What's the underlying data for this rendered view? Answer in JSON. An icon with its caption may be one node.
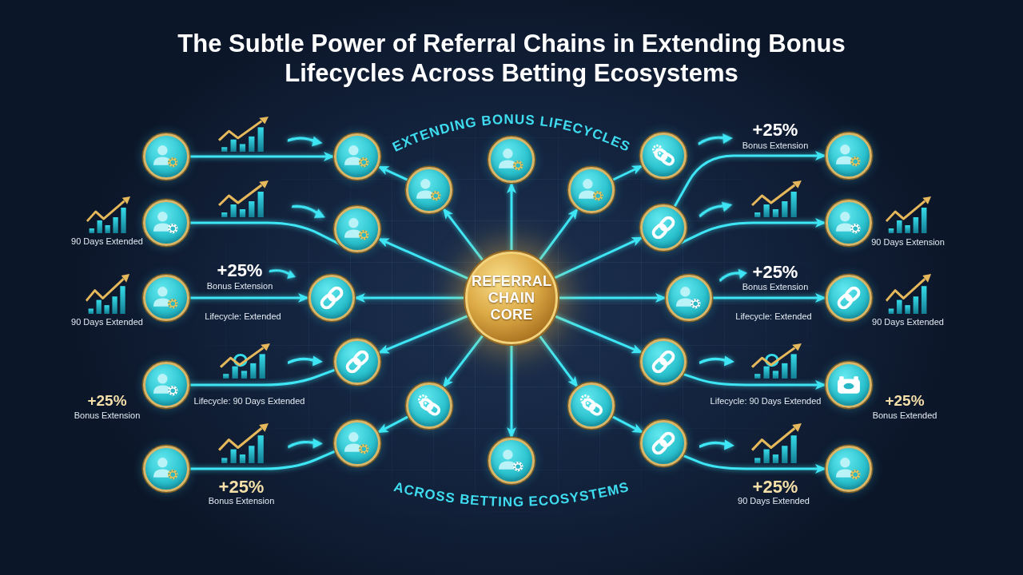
{
  "diagram": {
    "title": "The Subtle Power of Referral Chains in Extending Bonus Lifecycles Across Betting Ecosystems",
    "nodes": [
      {
        "text": [],
        "shape": "circle"
      },
      {
        "text": [],
        "shape": "circle"
      },
      {
        "text": [],
        "shape": "circle"
      },
      {
        "text": [],
        "shape": "circle"
      },
      {
        "text": [],
        "shape": "circle"
      },
      {
        "text": [],
        "shape": "circle"
      },
      {
        "text": [],
        "shape": "circle"
      },
      {
        "text": [],
        "shape": "circle",
        "beside": [
          "90 Days Extended"
        ]
      },
      {
        "text": [],
        "shape": "circle"
      },
      {
        "text": [],
        "shape": "circle"
      },
      {
        "text": [],
        "shape": "circle",
        "beside": [
          "90 Days Extension"
        ]
      },
      {
        "text": [],
        "shape": "circle",
        "beside": [
          "90 Days Extended"
        ]
      },
      {
        "text": [],
        "shape": "circle"
      },
      {
        "text": [
          "REFERRAL CHAIN CORE"
        ]
      },
      {
        "text": [],
        "shape": "circle"
      },
      {
        "text": [],
        "shape": "circle",
        "beside": [
          "90 Days Extended"
        ]
      },
      {
        "text": [],
        "shape": "circle",
        "beside": [
          "+25%",
          "Bonus Extension"
        ]
      },
      {
        "text": [],
        "shape": "circle"
      },
      {
        "text": [],
        "shape": "circle"
      },
      {
        "text": [],
        "shape": "circle",
        "beside": [
          "+25%",
          "Bonus Extended"
        ]
      },
      {
        "text": [],
        "shape": "circle"
      },
      {
        "text": [],
        "shape": "circle"
      },
      {
        "text": [],
        "shape": "circle"
      },
      {
        "text": [],
        "shape": "circle"
      },
      {
        "text": [],
        "shape": "circle"
      },
      {
        "text": [],
        "shape": "circle"
      },
      {
        "text": [],
        "shape": "circle"
      }
    ],
    "edges": [
      {
        "from": 0,
        "to": 1,
        "arrow": "to"
      },
      {
        "from": 7,
        "to": 8,
        "arrow": "none"
      },
      {
        "from": 11,
        "to": 12,
        "arrow": "to"
      },
      {
        "from": 16,
        "to": 17,
        "arrow": "none"
      },
      {
        "from": 22,
        "to": 23,
        "arrow": "none"
      },
      {
        "from": 13,
        "to": 5,
        "arrow": "to"
      },
      {
        "from": 5,
        "to": 1,
        "arrow": "to"
      },
      {
        "from": 13,
        "to": 2,
        "arrow": "to"
      },
      {
        "from": 13,
        "to": 6,
        "arrow": "to"
      },
      {
        "from": 6,
        "to": 3,
        "arrow": "to"
      },
      {
        "from": 13,
        "to": 8,
        "arrow": "to"
      },
      {
        "from": 13,
        "to": 12,
        "arrow": "to"
      },
      {
        "from": 13,
        "to": 17,
        "arrow": "to"
      },
      {
        "from": 13,
        "to": 20,
        "arrow": "to"
      },
      {
        "from": 20,
        "to": 23,
        "arrow": "to"
      },
      {
        "from": 13,
        "to": 24,
        "arrow": "to"
      },
      {
        "from": 13,
        "to": 21,
        "arrow": "to"
      },
      {
        "from": 21,
        "to": 25,
        "arrow": "to"
      },
      {
        "from": 13,
        "to": 18,
        "arrow": "to"
      },
      {
        "from": 13,
        "to": 14,
        "arrow": "to"
      },
      {
        "from": 13,
        "to": 9,
        "arrow": "to"
      },
      {
        "from": 9,
        "to": 4,
        "arrow": "to"
      },
      {
        "from": 9,
        "to": 10,
        "arrow": "to"
      },
      {
        "from": 14,
        "to": 15,
        "arrow": "to"
      },
      {
        "from": 18,
        "to": 19,
        "arrow": "to"
      },
      {
        "from": 25,
        "to": 26,
        "arrow": "to"
      }
    ],
    "labels": [
      "EXTENDING BONUS LIFECYCLES",
      "+25%",
      "Bonus Extension",
      "+25%",
      "Bonus Extension",
      "+25%",
      "Bonus Extension",
      "Lifecycle: Extended",
      "Lifecycle: Extended",
      "Lifecycle: 90 Days Extended",
      "Lifecycle: 90 Days Extended",
      "+25%",
      "Bonus Extension",
      "+25%",
      "90 Days Extended",
      "ACROSS BETTING ECOSYSTEMS"
    ]
  }
}
